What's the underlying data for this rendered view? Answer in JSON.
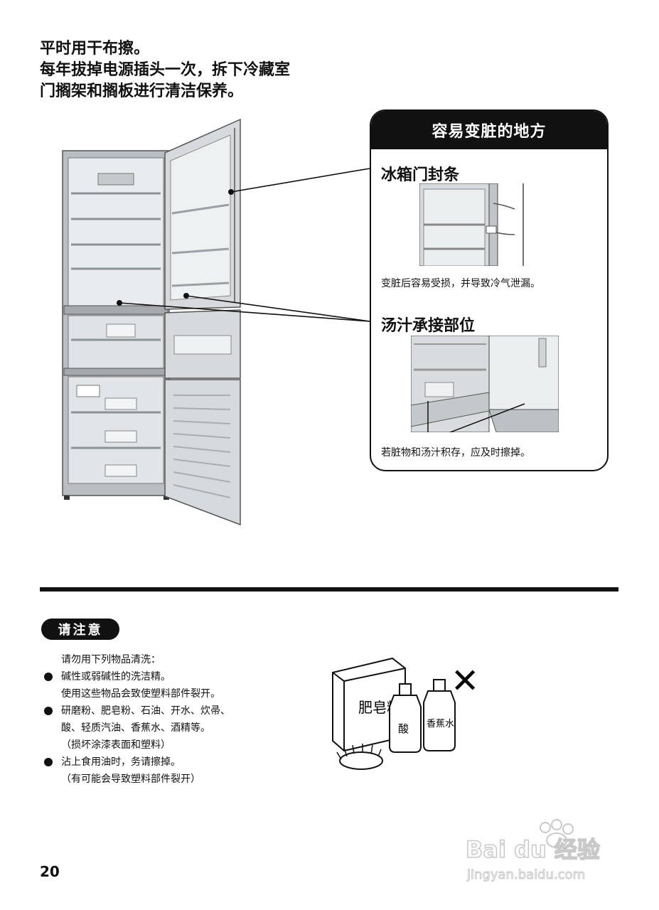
{
  "intro": {
    "lines": [
      "平时用干布擦。",
      "每年拔掉电源插头一次，拆下冷藏室",
      "门搁架和搁板进行清洁保养。"
    ]
  },
  "callout": {
    "title": "容易变脏的地方",
    "sections": [
      {
        "title": "冰箱门封条",
        "caption": "变脏后容易受损，并导致冷气泄漏。"
      },
      {
        "title": "汤汁承接部位",
        "caption": "若脏物和汤汁积存，应及时擦掉。"
      }
    ]
  },
  "caution": {
    "badge": "请注意",
    "intro": "请勿用下列物品清洗：",
    "items": [
      {
        "bullet": true,
        "text": "碱性或弱碱性的洗洁精。"
      },
      {
        "bullet": false,
        "text": "使用这些物品会致使塑料部件裂开。"
      },
      {
        "bullet": true,
        "text": "研磨粉、肥皂粉、石油、开水、炊帚、"
      },
      {
        "bullet": false,
        "text": "酸、轻质汽油、香蕉水、酒精等。"
      },
      {
        "bullet": false,
        "text": "（损坏涂漆表面和塑料）"
      },
      {
        "bullet": true,
        "text": "沾上食用油时，务请擦掉。"
      },
      {
        "bullet": false,
        "text": "（有可能会导致塑料部件裂开）"
      }
    ]
  },
  "illustration": {
    "box_label": "肥皂粉",
    "bottle1_label": "酸",
    "bottle2_label": "香蕉水",
    "forbidden_mark": "✕"
  },
  "page_number": "20",
  "watermark": {
    "brand": "Bai du 经验",
    "url": "jingyan.baidu.com"
  },
  "colors": {
    "ink": "#111111",
    "fridge": "#cfd3d6",
    "fridge_dark": "#9aa0a4"
  }
}
